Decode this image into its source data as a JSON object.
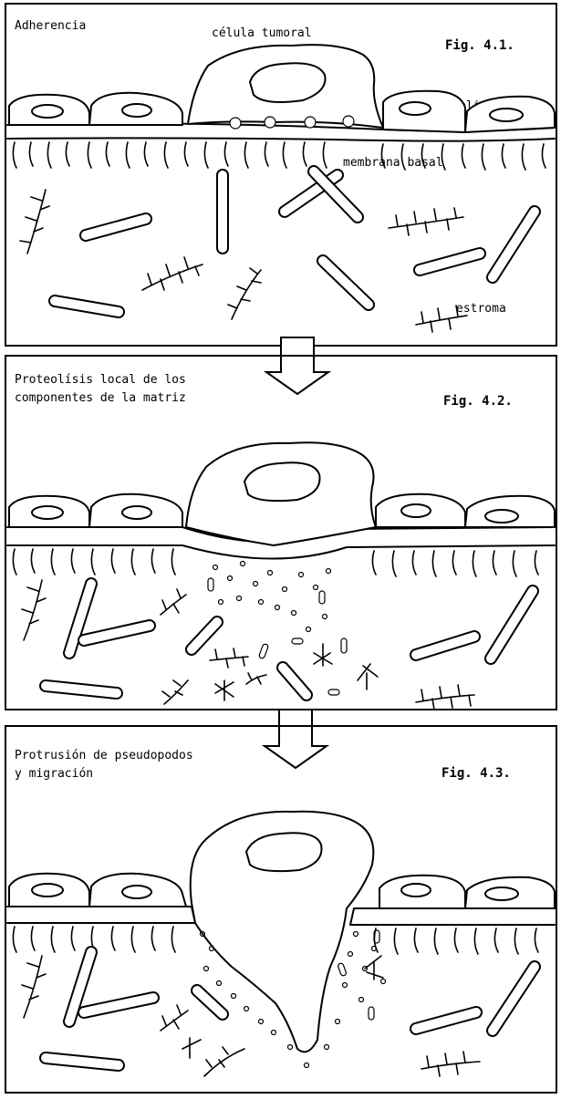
{
  "panels": [
    {
      "figure_label": "Fig. 4.1.",
      "caption_lines": [
        "Adherencia"
      ],
      "labels": {
        "tumor_cell": "célula tumoral",
        "endothelium": "Endotelio",
        "basement_membrane": "membrana basal",
        "stroma": "estroma"
      }
    },
    {
      "figure_label": "Fig. 4.2.",
      "caption_lines": [
        "Proteolísis local de los",
        "componentes de la matriz"
      ]
    },
    {
      "figure_label": "Fig. 4.3.",
      "caption_lines": [
        "Protrusión de pseudopodos",
        "y migración"
      ]
    }
  ],
  "arrows": [
    "down-arrow",
    "down-arrow"
  ]
}
